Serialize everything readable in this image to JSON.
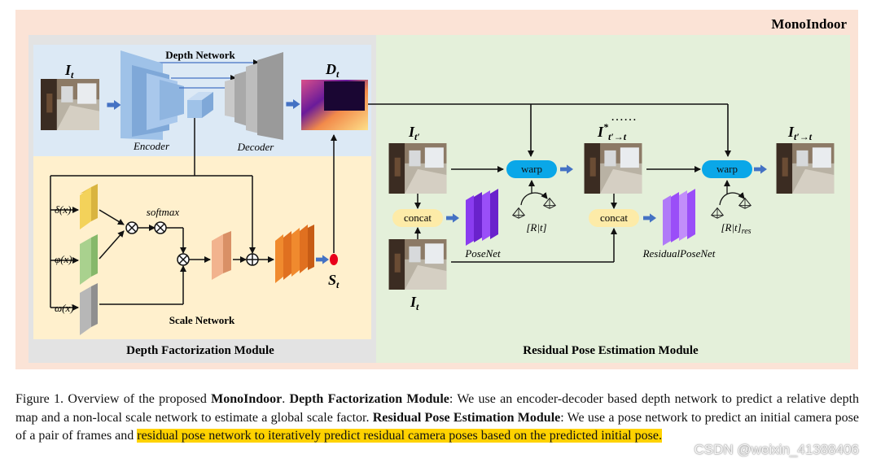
{
  "figure": {
    "outer_title": "MonoIndoor",
    "depth_network_label": "Depth Network",
    "encoder_label": "Encoder",
    "decoder_label": "Decoder",
    "input_image_label": "I",
    "input_image_sub": "t",
    "depth_map_label": "D",
    "depth_map_sub": "t",
    "scale_output_label": "S",
    "scale_output_sub": "t",
    "delta_label": "δ(x)",
    "phi_label": "φ(x)",
    "omega_label": "ω(x)",
    "softmax_label": "softmax",
    "scale_network_label": "Scale Network",
    "depth_module_label": "Depth Factorization Module",
    "pose_module_label": "Residual Pose Estimation Module",
    "frame_prime_label": "I",
    "frame_prime_sub": "t′",
    "frame_t_label": "I",
    "frame_t_sub": "t",
    "intermediate_label": "I",
    "intermediate_star": "*",
    "intermediate_sub": "t′→t",
    "final_label": "I",
    "final_sub": "t′→t",
    "concat1_label": "concat",
    "concat2_label": "concat",
    "warp1_label": "warp",
    "warp2_label": "warp",
    "posenet_label": "PoseNet",
    "residual_posenet_label": "ResidualPoseNet",
    "rt_label": "[R|t]",
    "rt_res_label": "[R|t]",
    "rt_res_sub": "res",
    "ellipsis": "……",
    "colors": {
      "outer_bg": "#fbe3d6",
      "depth_panel": "#e3e3e3",
      "depth_net_bg": "#dce9f5",
      "scale_net_bg": "#fff0cd",
      "pose_panel": "#e4f0da",
      "encoder": "#9fc2e8",
      "decoder": "#b5b5b5",
      "delta": "#f3d25a",
      "phi": "#a9d18e",
      "omega": "#a6a6a6",
      "scale_feature": "#f2b38e",
      "scale_stack": "#f08a2e",
      "posenet": "#8a3cf0",
      "warp": "#0aa7e8",
      "concat": "#fdeba8",
      "arrow_blue": "#4472c4",
      "scale_dot": "#e8001a"
    }
  },
  "caption": {
    "lead": "Figure 1. Overview of the proposed ",
    "b1": "MonoIndoor",
    "t1": ". ",
    "b2": "Depth Factorization Module",
    "t2": ": We use an encoder-decoder based depth network to predict a relative depth map and a non-local scale network to estimate a global scale factor. ",
    "b3": "Residual Pose Estimation Module",
    "t3": ": We use a pose network to predict an initial camera pose of a pair of frames and ",
    "highlight": "residual pose network to iteratively predict residual camera poses based on the predicted initial pose."
  },
  "watermark": "CSDN @weixin_41388406"
}
